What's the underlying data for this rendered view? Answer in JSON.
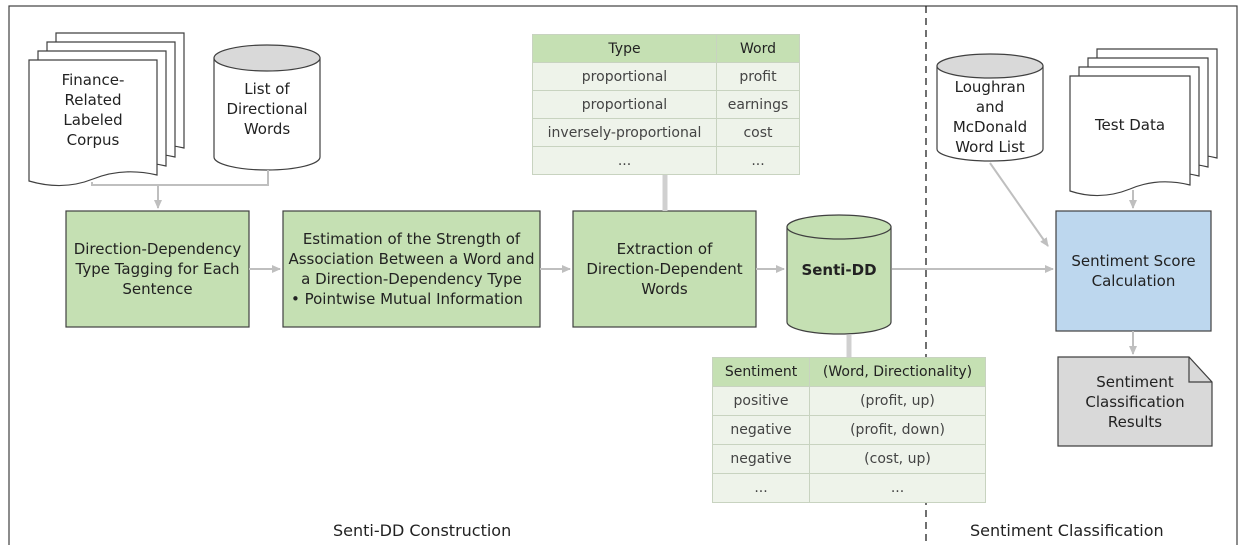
{
  "nodes": {
    "corpus": "Finance-\nRelated\nLabeled\nCorpus",
    "directional_words": "List of\nDirectional\nWords",
    "tagging": "Direction-Dependency\nType Tagging for Each\nSentence",
    "estimation_line1": "Estimation of the Strength of",
    "estimation_line2": "Association Between a Word and",
    "estimation_line3": "a Direction-Dependency Type",
    "estimation_bullet": "•  Pointwise Mutual Information",
    "extraction": "Extraction of\nDirection-Dependent\nWords",
    "senti_dd": "Senti-DD",
    "loughran": "Loughran\nand\nMcDonald\nWord List",
    "test_data": "Test Data",
    "score_calc": "Sentiment  Score\nCalculation",
    "results": "Sentiment\nClassification\nResults"
  },
  "type_table": {
    "headers": [
      "Type",
      "Word"
    ],
    "rows": [
      [
        "proportional",
        "profit"
      ],
      [
        "proportional",
        "earnings"
      ],
      [
        "inversely-proportional",
        "cost"
      ],
      [
        "...",
        "..."
      ]
    ]
  },
  "sentiment_table": {
    "headers": [
      "Sentiment",
      "(Word, Directionality)"
    ],
    "rows": [
      [
        "positive",
        "(profit, up)"
      ],
      [
        "negative",
        "(profit, down)"
      ],
      [
        "negative",
        "(cost, up)"
      ],
      [
        "...",
        "..."
      ]
    ]
  },
  "sections": {
    "construction": "Senti-DD Construction",
    "classification": "Sentiment Classification"
  },
  "colors": {
    "green_box": "#c5e0b3",
    "blue_box": "#bdd7ee",
    "gray_doc": "#d9d9d9",
    "arrow": "#bfbfbf",
    "border": "#404040"
  }
}
